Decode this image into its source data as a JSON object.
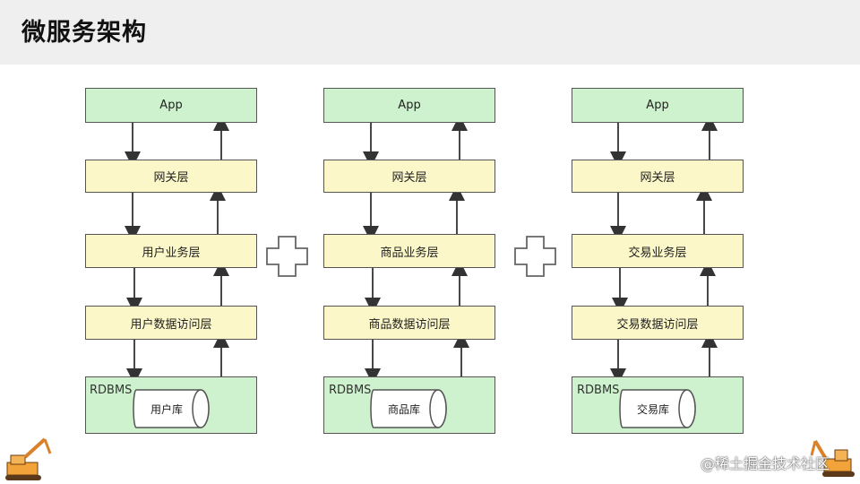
{
  "slide": {
    "title": "微服务架构"
  },
  "columns": [
    {
      "app": "App",
      "gateway": "网关层",
      "service": "用户业务层",
      "dao": "用户数据访问层",
      "db_label": "RDBMS",
      "db_name": "用户库"
    },
    {
      "app": "App",
      "gateway": "网关层",
      "service": "商品业务层",
      "dao": "商品数据访问层",
      "db_label": "RDBMS",
      "db_name": "商品库"
    },
    {
      "app": "App",
      "gateway": "网关层",
      "service": "交易业务层",
      "dao": "交易数据访问层",
      "db_label": "RDBMS",
      "db_name": "交易库"
    }
  ],
  "plus_icons": [
    "plus-icon",
    "plus-icon"
  ],
  "watermark": "@稀土掘金技术社区",
  "colors": {
    "app_db_fill": "#cdf2cd",
    "layer_fill": "#fbf7c8",
    "header_bg": "#efefef"
  }
}
